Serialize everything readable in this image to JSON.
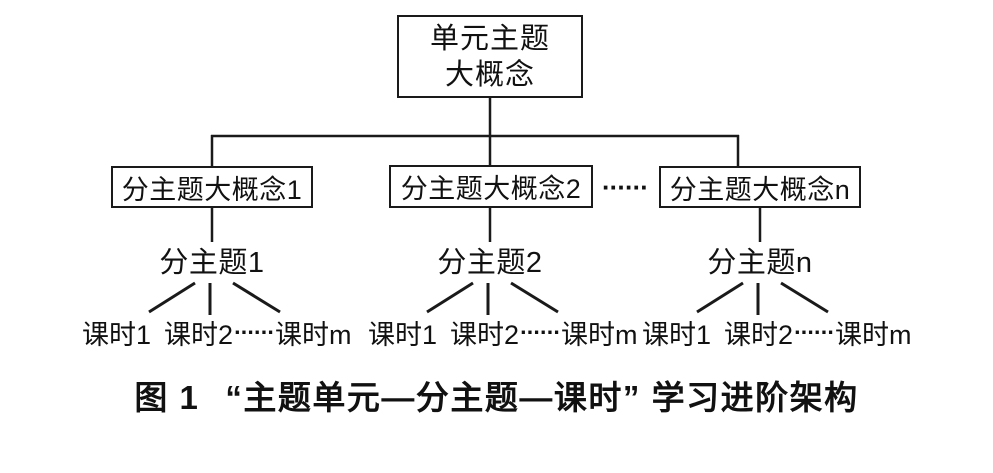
{
  "figure": {
    "root_node": {
      "line1": "单元主题",
      "line2": "大概念"
    },
    "level2_ellipsis": "······",
    "branches": [
      {
        "concept_box": "分主题大概念1",
        "subtheme": "分主题1",
        "lesson1": "课时1",
        "lesson2": "课时2",
        "ellipsis": "······",
        "lesson_m": "课时m"
      },
      {
        "concept_box": "分主题大概念2",
        "subtheme": "分主题2",
        "lesson1": "课时1",
        "lesson2": "课时2",
        "ellipsis": "······",
        "lesson_m": "课时m"
      },
      {
        "concept_box": "分主题大概念n",
        "subtheme": "分主题n",
        "lesson1": "课时1",
        "lesson2": "课时2",
        "ellipsis": "······",
        "lesson_m": "课时m"
      }
    ],
    "caption": {
      "prefix": "图 1",
      "text": "“主题单元—分主题—课时” 学习进阶架构"
    },
    "colors": {
      "line": "#1a1a1a",
      "text": "#111111",
      "background": "#ffffff"
    }
  }
}
